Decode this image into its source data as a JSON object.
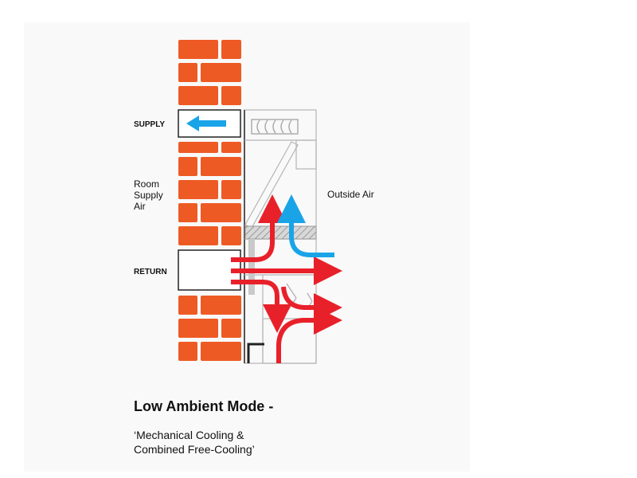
{
  "labels": {
    "supply": "SUPPLY",
    "return": "RETURN",
    "room_supply_air": [
      "Room",
      "Supply",
      "Air"
    ],
    "outside_air": "Outside Air"
  },
  "caption": {
    "title": "Low Ambient Mode -",
    "subtitle": [
      "‘Mechanical Cooling &",
      "Combined Free-Cooling’"
    ]
  },
  "colors": {
    "brick": "#ee5a24",
    "mortar": "#ffffff",
    "warm_air": "#e8202a",
    "cool_air": "#1aa4e8",
    "unit_outline": "#b5b5b5",
    "panel": "#f9f9f9"
  },
  "icons": {
    "supply_arrow": "arrow-left-icon",
    "fan": "fan-icon",
    "filter": "filter-icon"
  }
}
